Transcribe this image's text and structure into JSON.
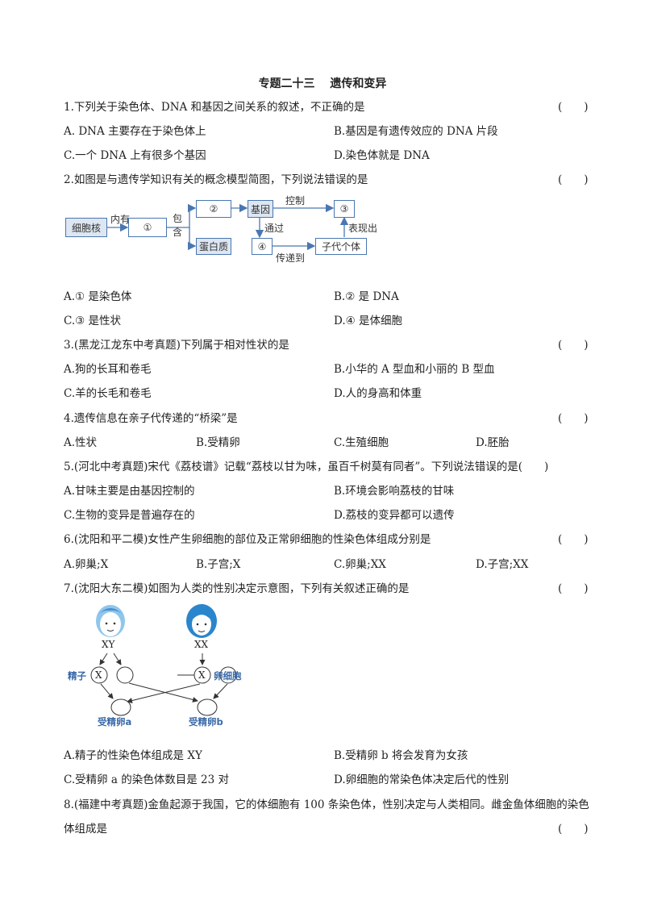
{
  "title": "专题二十三　 遗传和变异",
  "paren": "(　　)",
  "questions": [
    {
      "stem": "1.下列关于染色体、DNA 和基因之间关系的叙述，不正确的是",
      "options": [
        "A. DNA 主要存在于染色体上",
        "B.基因是有遗传效应的  DNA 片段",
        "C.一个 DNA 上有很多个基因",
        "D.染色体就是  DNA"
      ]
    },
    {
      "stem": "2.如图是与遗传学知识有关的概念模型简图，下列说法错误的是",
      "options": [
        "A.① 是染色体",
        "B.② 是 DNA",
        "C.③ 是性状",
        "D.④ 是体细胞"
      ]
    },
    {
      "stem": "3.(黑龙江龙东中考真题)下列属于相对性状的是",
      "options": [
        "A.狗的长耳和卷毛",
        "B.小华的  A 型血和小丽的  B 型血",
        "C.羊的长毛和卷毛",
        "D.人的身高和体重"
      ]
    },
    {
      "stem": "4.遗传信息在亲子代传递的“桥梁”是",
      "options": [
        "A.性状",
        "B.受精卵",
        "C.生殖细胞",
        "D.胚胎"
      ]
    },
    {
      "stem": "5.(河北中考真题)宋代《荔枝谱》记载“荔枝以甘为味，虽百千树莫有同者”。下列说法错误的是(　　)",
      "options": [
        "A.甘味主要是由基因控制的",
        "B.环境会影响荔枝的甘味",
        "C.生物的变异是普遍存在的",
        "D.荔枝的变异都可以遗传"
      ]
    },
    {
      "stem": "6.(沈阳和平二模)女性产生卵细胞的部位及正常卵细胞的性染色体组成分别是",
      "options": [
        "A.卵巢;X",
        "B.子宫;X",
        "C.卵巢;XX",
        "D.子宫;XX"
      ]
    },
    {
      "stem": "7.(沈阳大东二模)如图为人类的性别决定示意图，下列有关叙述正确的是",
      "options": [
        "A.精子的性染色体组成是  XY",
        "B.受精卵 b 将会发育为女孩",
        "C.受精卵 a 的染色体数目是 23 对",
        "D.卵细胞的常染色体决定后代的性别"
      ]
    },
    {
      "stem": "8.(福建中考真题)金鱼起源于我国，它的体细胞有 100 条染色体，性别决定与人类相同。雌金鱼体细胞的染色",
      "stem2": "体组成是"
    }
  ],
  "diagram1": {
    "nucleus": "细胞核",
    "contains1": "内有",
    "box1": "①",
    "contains2": "包含",
    "box2": "②",
    "gene": "基因",
    "protein": "蛋白质",
    "control": "控制",
    "box3": "③",
    "through": "通过",
    "box4": "④",
    "express": "表现出",
    "pass": "传递到",
    "offspring": "子代个体"
  },
  "diagram2": {
    "male_chrom": "XY",
    "female_chrom": "XX",
    "sperm": "精子",
    "egg": "卵细胞",
    "x": "X",
    "zygote_a": "受精卵a",
    "zygote_b": "受精卵b"
  }
}
